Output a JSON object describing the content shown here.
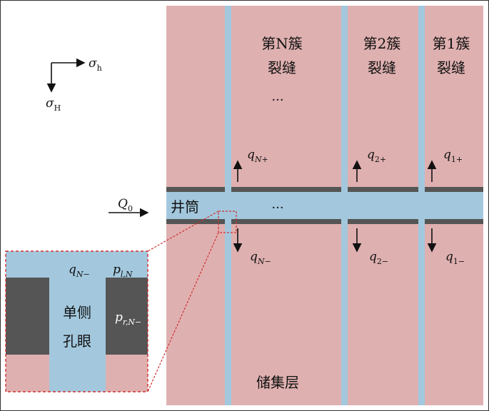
{
  "colors": {
    "reservoir": "#dfb0b0",
    "wellbore": "#a3c8de",
    "fracture": "#a3c8de",
    "casing": "#555555",
    "zoom_box": "#d03030",
    "frame": "#333333"
  },
  "clusters": [
    {
      "line1": "第N簇",
      "line2": "裂缝",
      "q_up": "q",
      "q_up_sub": "N+",
      "q_down": "q",
      "q_down_sub": "N−"
    },
    {
      "line1": "第2簇",
      "line2": "裂缝",
      "q_up": "q",
      "q_up_sub": "2+",
      "q_down": "q",
      "q_down_sub": "2−"
    },
    {
      "line1": "第1簇",
      "line2": "裂缝",
      "q_up": "q",
      "q_up_sub": "1+",
      "q_down": "q",
      "q_down_sub": "1−"
    }
  ],
  "ellipsis": "···",
  "wellbore_label": "井筒",
  "inflow": {
    "symbol": "Q",
    "sub": "0"
  },
  "stress": {
    "h_symbol": "σ",
    "h_sub": "h",
    "H_symbol": "σ",
    "H_sub": "H"
  },
  "reservoir_label": "储集层",
  "inset": {
    "line1": "单侧",
    "line2": "孔眼",
    "q_symbol": "q",
    "q_sub": "N−",
    "pl_symbol": "p",
    "pl_sub": "l,N",
    "pr_symbol": "p",
    "pr_sub": "r,N−"
  }
}
